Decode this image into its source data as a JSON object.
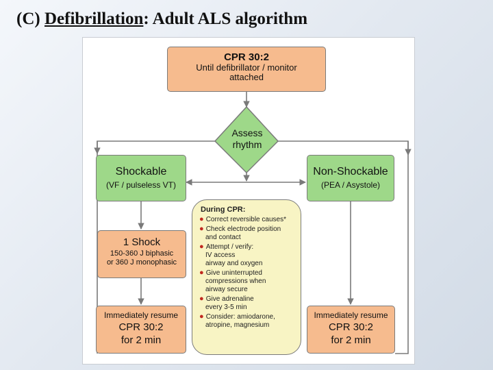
{
  "slide": {
    "title_prefix": "(C) ",
    "title_underlined": "Defibrillation",
    "title_suffix": ": Adult ALS algorithm"
  },
  "diagram": {
    "cpr_start": [
      "CPR 30:2",
      "Until defibrillator / monitor",
      "attached"
    ],
    "assess": [
      "Assess",
      "rhythm"
    ],
    "shockable": {
      "title": "Shockable",
      "sub": "(VF / pulseless VT)"
    },
    "non_shockable": {
      "title": "Non-Shockable",
      "sub": "(PEA / Asystole)"
    },
    "shock": {
      "title": "1 Shock",
      "lines": [
        "150-360 J biphasic",
        "or 360 J monophasic"
      ]
    },
    "resume_left": [
      "Immediately resume",
      "CPR 30:2",
      "for 2 min"
    ],
    "resume_right": [
      "Immediately resume",
      "CPR 30:2",
      "for 2 min"
    ],
    "during": {
      "title": "During CPR:",
      "items": [
        [
          "Correct reversible causes*"
        ],
        [
          "Check electrode position",
          "and contact"
        ],
        [
          "Attempt / verify:",
          "IV access",
          "airway and oxygen"
        ],
        [
          "Give uninterrupted",
          "compressions when",
          "airway secure"
        ],
        [
          "Give adrenaline",
          "every 3-5 min"
        ],
        [
          "Consider: amiodarone,",
          "atropine, magnesium"
        ]
      ]
    }
  },
  "colors": {
    "orange_box": "#f6bb8e",
    "green_box": "#9ed889",
    "during_box": "#f8f4c4",
    "bullet": "#c0281f",
    "arrow": "#7a7a7a"
  }
}
